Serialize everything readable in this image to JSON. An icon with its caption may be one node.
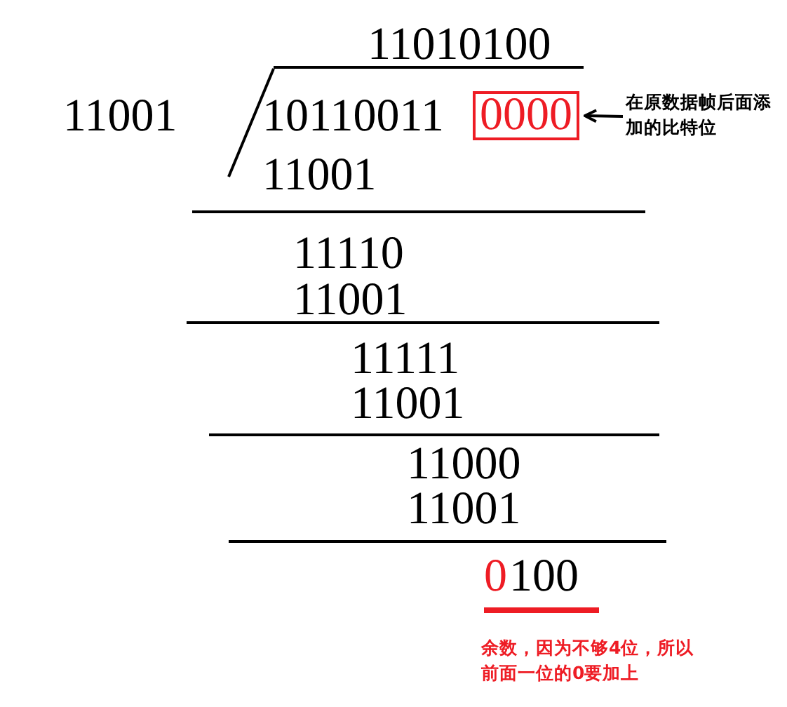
{
  "diagram": {
    "nodes": [
      {
        "text": [
          "0000"
        ]
      },
      {
        "text": [
          "在原数据帧后面添加的比特位"
        ]
      }
    ],
    "edges": [
      {
        "from": 1,
        "to": 0,
        "arrow": "to"
      }
    ],
    "labels": [
      "11010100",
      "11001",
      "10110011",
      "11001",
      "11110",
      "11001",
      "11111",
      "11001",
      "11000",
      "11001",
      "0",
      "100",
      "余数，因为不够4位，所以前面一位的0要加上"
    ]
  }
}
